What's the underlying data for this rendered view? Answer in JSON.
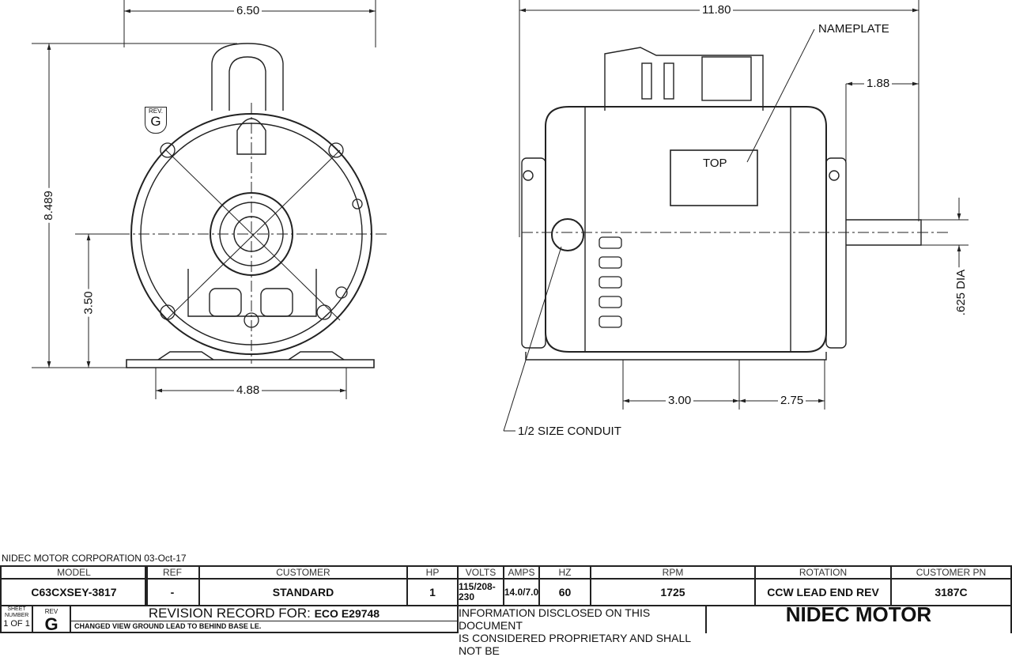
{
  "front_view": {
    "width_dim": "6.50",
    "height_dim": "8.489",
    "shaft_height_dim": "3.50",
    "mount_dim": "4.88",
    "rev_tag_label": "REV.",
    "rev_tag_letter": "G"
  },
  "side_view": {
    "length_dim": "11.80",
    "nameplate_label": "NAMEPLATE",
    "shaft_length_dim": "1.88",
    "nameplate_text": "TOP",
    "shaft_dia_dim": ".625 DIA",
    "mount_spacing_dim": "3.00",
    "mount_to_end_dim": "2.75",
    "conduit_label": "1/2 SIZE CONDUIT"
  },
  "title_block": {
    "company_date": "NIDEC MOTOR CORPORATION 03-Oct-17",
    "headers": [
      "MODEL",
      "REF",
      "CUSTOMER",
      "HP",
      "VOLTS",
      "AMPS",
      "HZ",
      "RPM",
      "ROTATION",
      "CUSTOMER PN"
    ],
    "values": [
      "C63CXSEY-3817",
      "-",
      "STANDARD",
      "1",
      "115/208-230",
      "14.0/7.0",
      "60",
      "1725",
      "CCW LEAD END REV",
      "3187C"
    ],
    "sheet_label": "SHEET NUMBER",
    "sheet_value": "1 OF 1",
    "rev_label": "REV",
    "rev_value": "G",
    "revision_title": "REVISION RECORD FOR:",
    "revision_eco": "ECO E29748",
    "revision_note": "CHANGED VIEW GROUND LEAD TO BEHIND BASE LE.",
    "info_line1": "INFORMATION DISCLOSED ON THIS DOCUMENT",
    "info_line2": "IS CONSIDERED PROPRIETARY AND SHALL NOT BE",
    "brand": "NIDEC MOTOR"
  }
}
